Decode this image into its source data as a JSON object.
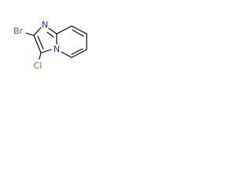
{
  "molecule": {
    "atoms": {
      "bromine": {
        "symbol": "Br",
        "color": "#a0522d"
      },
      "chlorine": {
        "symbol": "Cl",
        "color": "#1fa51f"
      },
      "imine_nitrogen": {
        "symbol": "N",
        "color": "#1e2dd6"
      },
      "bridgehead_nitrogen": {
        "symbol": "N",
        "color": "#1e2dd6"
      }
    },
    "bond_color": "#000000"
  }
}
